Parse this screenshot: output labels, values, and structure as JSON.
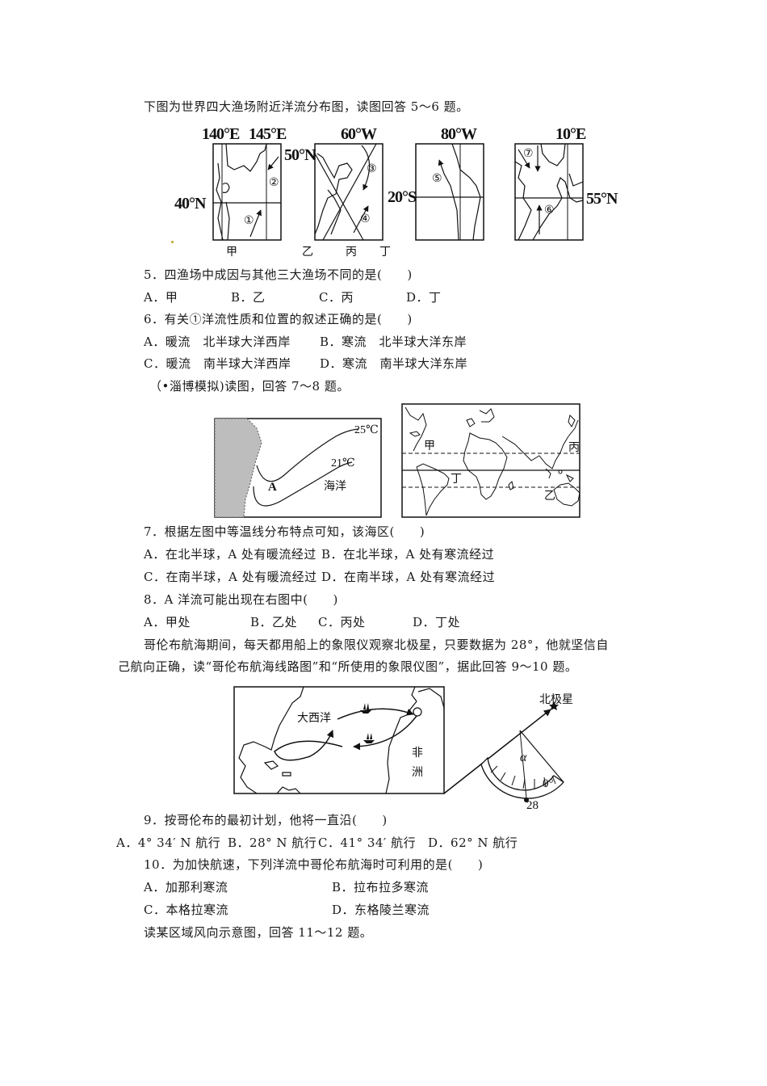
{
  "intro_5_6": "下图为世界四大渔场附近洋流分布图，读图回答 5～6 题。",
  "fig1": {
    "maps": [
      {
        "id": "jia",
        "name": "甲",
        "lon_labels": [
          "140°E",
          "145°E"
        ],
        "lat_label": "40°N",
        "currents": [
          "①",
          "②"
        ]
      },
      {
        "id": "yi",
        "name": "乙",
        "lon_labels": [
          "60°W"
        ],
        "lat_label": "50°N",
        "currents": [
          "③",
          "④"
        ]
      },
      {
        "id": "bing",
        "name": "丙",
        "lon_labels": [
          "80°W"
        ],
        "lat_label": "20°S",
        "currents": [
          "⑤"
        ]
      },
      {
        "id": "ding",
        "name": "丁",
        "lon_labels": [
          "10°E"
        ],
        "lat_label": "55°N",
        "currents": [
          "⑥",
          "⑦"
        ]
      }
    ],
    "labels": {
      "lon_140": "140°E",
      "lon_145": "145°E",
      "lat_40": "40°N",
      "lat_50": "50°N",
      "lon_60w": "60°W",
      "lat_20s": "20°S",
      "lon_80w": "80°W",
      "lon_10e": "10°E",
      "lat_55": "55°N",
      "c1": "①",
      "c2": "②",
      "c3": "③",
      "c4": "④",
      "c5": "⑤",
      "c6": "⑥",
      "c7": "⑦",
      "jia": "甲",
      "yi": "乙",
      "bing": "丙",
      "ding": "丁"
    }
  },
  "q5": {
    "stem": "5．四渔场中成因与其他三大渔场不同的是(　　)",
    "options": [
      "A．甲",
      "B．乙",
      "C．丙",
      "D．丁"
    ]
  },
  "q6": {
    "stem": "6．有关①洋流性质和位置的叙述正确的是(　　)",
    "options": [
      "A．暖流　北半球大洋西岸",
      "B．寒流　北半球大洋东岸",
      "C．暖流　南半球大洋西岸",
      "D．寒流　南半球大洋东岸"
    ]
  },
  "intro_7_8": "（•淄博模拟)读图，回答 7～8 题。",
  "fig2": {
    "left": {
      "isotherm_1": "25℃",
      "isotherm_2": "21℃",
      "point": "A",
      "ocean": "海洋"
    },
    "right": {
      "jia": "甲",
      "yi": "乙",
      "bing": "丙",
      "ding": "丁"
    }
  },
  "q7": {
    "stem": "7．根据左图中等温线分布特点可知，该海区(　　)",
    "options": [
      "A．在北半球，A 处有暖流经过",
      "B．在北半球，A 处有寒流经过",
      "C．在南半球，A 处有暖流经过",
      "D．在南半球，A 处有寒流经过"
    ]
  },
  "q8": {
    "stem": "8．A 洋流可能出现在右图中(　　)",
    "options": [
      "A．甲处",
      "B．乙处",
      "C．丙处",
      "D．丁处"
    ]
  },
  "intro_9_10": {
    "line1": "哥伦布航海期间，每天都用船上的象限仪观察北极星，只要数据为 28°，他就坚信自",
    "line2": "己航向正确，读“哥伦布航海线路图”和“所使用的象限仪图”，据此回答 9～10 题。"
  },
  "fig3": {
    "ocean": "大西洋",
    "continent_1": "非",
    "continent_2": "洲",
    "star": "北极星",
    "alpha": "α",
    "zero": "0°",
    "reading": "28"
  },
  "q9": {
    "stem": "9．按哥伦布的最初计划，他将一直沿(　　)",
    "options": [
      "A．4° 34′ N 航行",
      "B．28° N 航行",
      "C．41° 34′ 航行",
      "D．62° N 航行"
    ]
  },
  "q10": {
    "stem": "10．为加快航速，下列洋流中哥伦布航海时可利用的是(　　)",
    "options": [
      "A．加那利寒流",
      "B．拉布拉多寒流",
      "C．本格拉寒流",
      "D．东格陵兰寒流"
    ]
  },
  "intro_11_12": "读某区域风向示意图，回答 11～12 题。"
}
